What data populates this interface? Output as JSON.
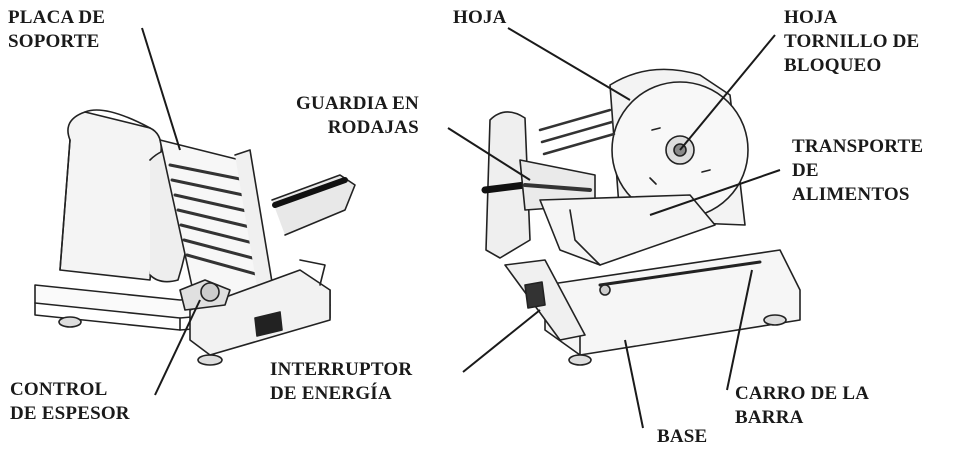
{
  "labels": {
    "placa_soporte": [
      "PLACA DE",
      "SOPORTE"
    ],
    "control_espesor": [
      "CONTROL",
      "DE ESPESOR"
    ],
    "guardia_rodajas": [
      "GUARDIA EN",
      "RODAJAS"
    ],
    "interruptor": [
      "INTERRUPTOR",
      "DE ENERGÍA"
    ],
    "hoja": [
      "HOJA"
    ],
    "hoja_tornillo": [
      "HOJA",
      "TORNILLO DE",
      "BLOQUEO"
    ],
    "transporte": [
      "TRANSPORTE",
      "DE",
      "ALIMENTOS"
    ],
    "carro_barra": [
      "CARRO DE LA",
      "BARRA"
    ],
    "base": [
      "BASE"
    ]
  },
  "colors": {
    "ink": "#1a1a1a",
    "background": "#ffffff"
  },
  "icons": [
    "meat-slicer-left-view-illustration",
    "meat-slicer-right-view-illustration"
  ]
}
